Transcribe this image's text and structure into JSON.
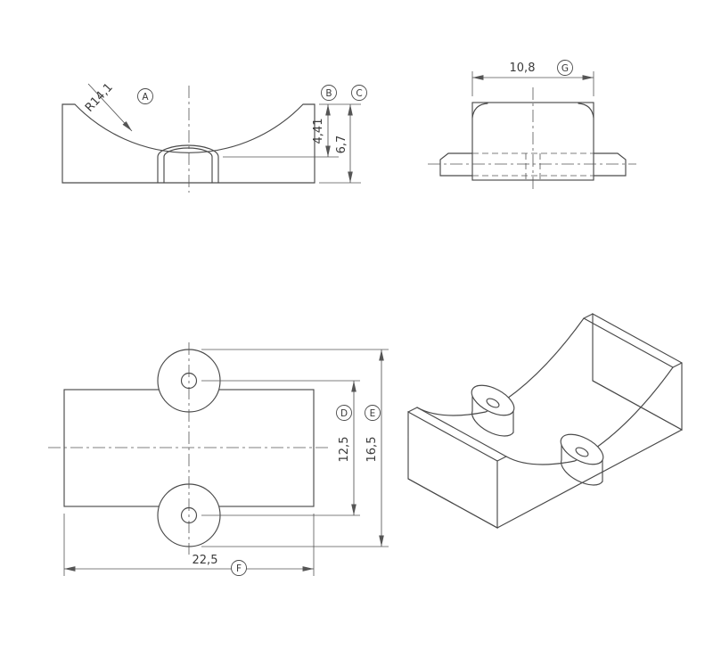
{
  "drawing": {
    "colors": {
      "line": "#4a4a4a",
      "dimension": "#555555",
      "text": "#3a3a3a",
      "background": "#ffffff"
    },
    "dimensions": {
      "radius": {
        "text": "R14,1",
        "balloon": "A"
      },
      "recess_depth": {
        "text": "4,41",
        "balloon": "B"
      },
      "overall_height": {
        "text": "6,7",
        "balloon": "C"
      },
      "hole_spacing": {
        "text": "12,5",
        "balloon": "D"
      },
      "overall_width": {
        "text": "16,5",
        "balloon": "E"
      },
      "overall_length": {
        "text": "22,5",
        "balloon": "F"
      },
      "body_width": {
        "text": "10,8",
        "balloon": "G"
      }
    }
  }
}
